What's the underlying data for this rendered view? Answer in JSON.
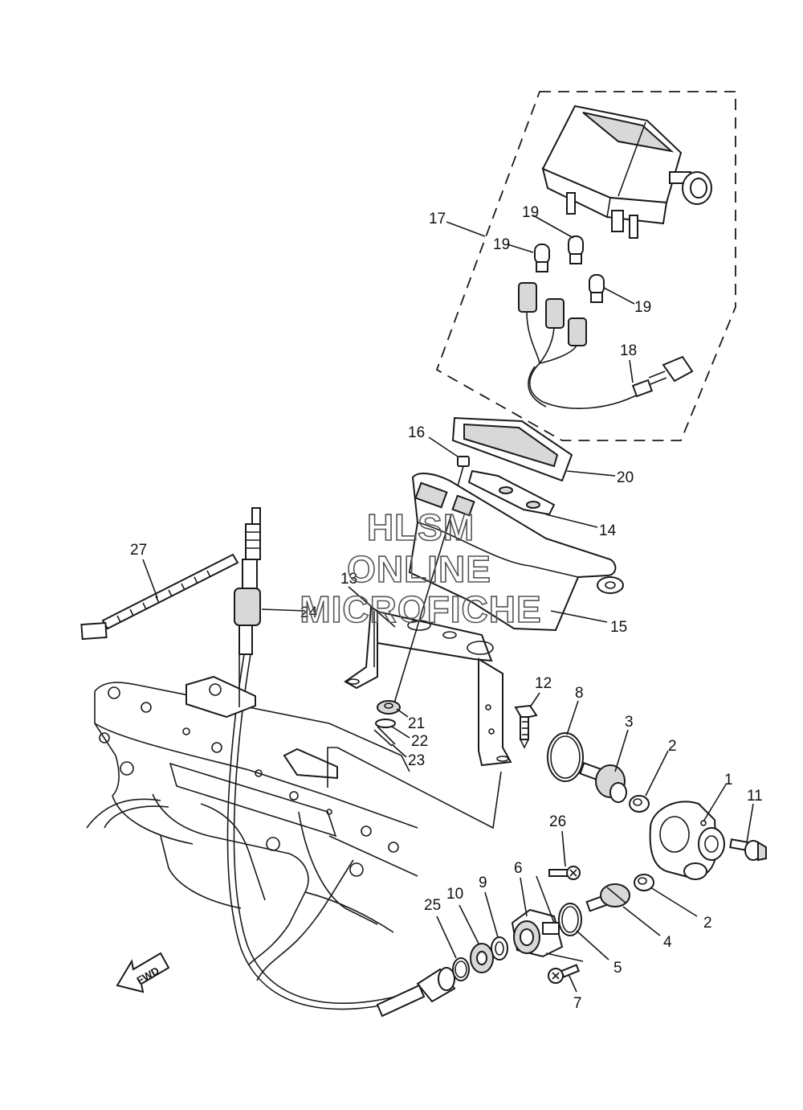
{
  "callouts": [
    {
      "id": "c1",
      "label": "1"
    },
    {
      "id": "c2a",
      "label": "2"
    },
    {
      "id": "c2b",
      "label": "2"
    },
    {
      "id": "c3",
      "label": "3"
    },
    {
      "id": "c4",
      "label": "4"
    },
    {
      "id": "c5",
      "label": "5"
    },
    {
      "id": "c6",
      "label": "6"
    },
    {
      "id": "c7",
      "label": "7"
    },
    {
      "id": "c8",
      "label": "8"
    },
    {
      "id": "c9",
      "label": "9"
    },
    {
      "id": "c10",
      "label": "10"
    },
    {
      "id": "c11",
      "label": "11"
    },
    {
      "id": "c12",
      "label": "12"
    },
    {
      "id": "c13",
      "label": "13"
    },
    {
      "id": "c14",
      "label": "14"
    },
    {
      "id": "c15",
      "label": "15"
    },
    {
      "id": "c16",
      "label": "16"
    },
    {
      "id": "c17",
      "label": "17"
    },
    {
      "id": "c18",
      "label": "18"
    },
    {
      "id": "c19a",
      "label": "19"
    },
    {
      "id": "c19b",
      "label": "19"
    },
    {
      "id": "c19c",
      "label": "19"
    },
    {
      "id": "c20",
      "label": "20"
    },
    {
      "id": "c21",
      "label": "21"
    },
    {
      "id": "c22",
      "label": "22"
    },
    {
      "id": "c23",
      "label": "23"
    },
    {
      "id": "c24",
      "label": "24"
    },
    {
      "id": "c25",
      "label": "25"
    },
    {
      "id": "c26",
      "label": "26"
    },
    {
      "id": "c27",
      "label": "27"
    }
  ],
  "watermark": {
    "line1": "HLSM",
    "line2": "ONLINE",
    "line3": "MICROFICHE"
  },
  "direction_marker": {
    "label": "FWD",
    "icon": "fwd-arrow-icon"
  },
  "colors": {
    "ink": "#1a1a1a",
    "background": "#ffffff",
    "watermark": "#555555"
  }
}
